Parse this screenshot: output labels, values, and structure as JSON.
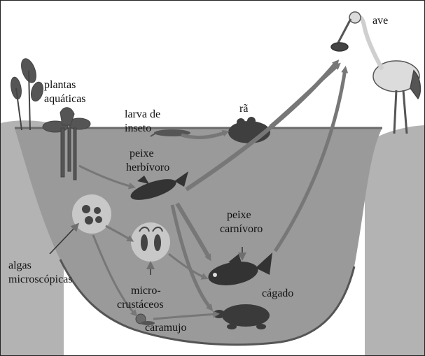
{
  "labels": {
    "ave": "ave",
    "plantas_1": "plantas",
    "plantas_2": "aquáticas",
    "larva_1": "larva de",
    "larva_2": "inseto",
    "ra": "rã",
    "herb_1": "peixe",
    "herb_2": "herbívoro",
    "carn_1": "peixe",
    "carn_2": "carnívoro",
    "algas_1": "algas",
    "algas_2": "microscópicas",
    "micro_1": "micro-",
    "micro_2": "crustáceos",
    "cagado": "cágado",
    "caramujo": "caramujo"
  },
  "colors": {
    "water": "#9a9a9a",
    "water_dark": "#7d7d7d",
    "bank": "#b0b0b0",
    "arrow": "#6f6f6f",
    "organism": "#3a3a3a"
  }
}
